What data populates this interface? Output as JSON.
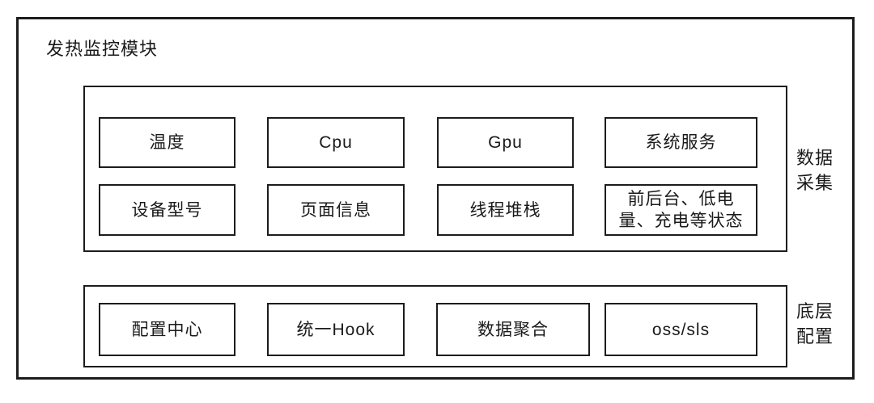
{
  "module": {
    "title": "发热监控模块",
    "colors": {
      "border": "#1c1c1c",
      "background": "#ffffff",
      "text": "#1a1a1a"
    },
    "groups": [
      {
        "id": "data-collection",
        "side_label": "数据\n采集",
        "rows": [
          [
            "温度",
            "Cpu",
            "Gpu",
            "系统服务"
          ],
          [
            "设备型号",
            "页面信息",
            "线程堆栈",
            "前后台、低电\n量、充电等状态"
          ]
        ]
      },
      {
        "id": "base-config",
        "side_label": "底层\n配置",
        "rows": [
          [
            "配置中心",
            "统一Hook",
            "数据聚合",
            "oss/sls"
          ]
        ]
      }
    ]
  }
}
